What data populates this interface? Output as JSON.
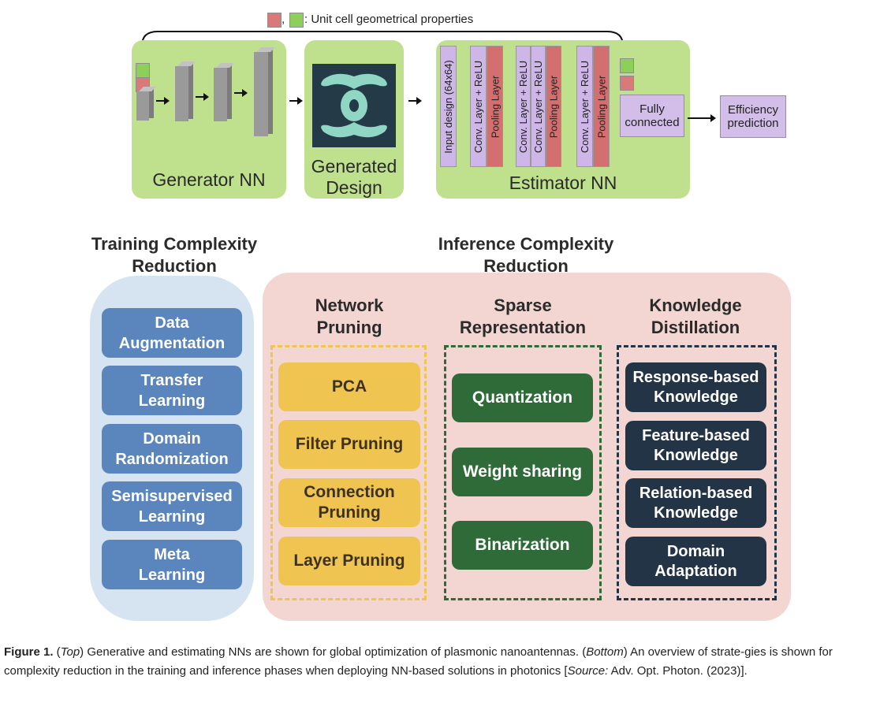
{
  "top": {
    "legend_text": ": Unit cell geometrical properties",
    "generator_label": "Generator NN",
    "generated_label_1": "Generated",
    "generated_label_2": "Design",
    "estimator_label": "Estimator NN",
    "layers": {
      "input": "Input design (64x64)",
      "conv1": "Conv. Layer + ReLU",
      "pool1": "Pooling Layer",
      "conv2a": "Conv. Layer + ReLU",
      "conv2b": "Conv. Layer + ReLU",
      "pool2": "Pooling Layer",
      "conv3a": "Conv. Layer + ReLU",
      "pool3": "Pooling Layer"
    },
    "fully_connected_1": "Fully",
    "fully_connected_2": "connected",
    "efficiency_1": "Efficiency",
    "efficiency_2": "prediction",
    "colors": {
      "panel_green": "#bfe08c",
      "layer_purple": "#cfb6e8",
      "layer_red": "#d46f70",
      "design_bg": "#243a47",
      "design_shape": "#8fd6c4"
    }
  },
  "training": {
    "title_1": "Training Complexity",
    "title_2": "Reduction",
    "items": [
      {
        "l1": "Data",
        "l2": "Augmentation"
      },
      {
        "l1": "Transfer",
        "l2": "Learning"
      },
      {
        "l1": "Domain",
        "l2": "Randomization"
      },
      {
        "l1": "Semisupervised",
        "l2": "Learning"
      },
      {
        "l1": "Meta",
        "l2": "Learning"
      }
    ]
  },
  "inference": {
    "title_1": "Inference Complexity",
    "title_2": "Reduction",
    "network_pruning": {
      "title_1": "Network",
      "title_2": "Pruning",
      "items": [
        {
          "l1": "PCA",
          "l2": ""
        },
        {
          "l1": "Filter Pruning",
          "l2": ""
        },
        {
          "l1": "Connection",
          "l2": "Pruning"
        },
        {
          "l1": "Layer Pruning",
          "l2": ""
        }
      ]
    },
    "sparse": {
      "title_1": "Sparse",
      "title_2": "Representation",
      "items": [
        "Quantization",
        "Weight sharing",
        "Binarization"
      ]
    },
    "distillation": {
      "title_1": "Knowledge",
      "title_2": "Distillation",
      "items": [
        {
          "l1": "Response-based",
          "l2": "Knowledge"
        },
        {
          "l1": "Feature-based",
          "l2": "Knowledge"
        },
        {
          "l1": "Relation-based",
          "l2": "Knowledge"
        },
        {
          "l1": "Domain",
          "l2": "Adaptation"
        }
      ]
    }
  },
  "caption": {
    "label": "Figure 1.",
    "top": "Top",
    "text_a": " Generative and estimating NNs are shown for global optimization of plasmonic nanoantennas. (",
    "bottom": "Bottom",
    "text_b": ") An overview of strate-gies is shown for complexity reduction in the training and inference phases when deploying NN-based solutions in photonics [",
    "source": "Source:",
    "text_c": " Adv. Opt. Photon. (2023)]."
  }
}
